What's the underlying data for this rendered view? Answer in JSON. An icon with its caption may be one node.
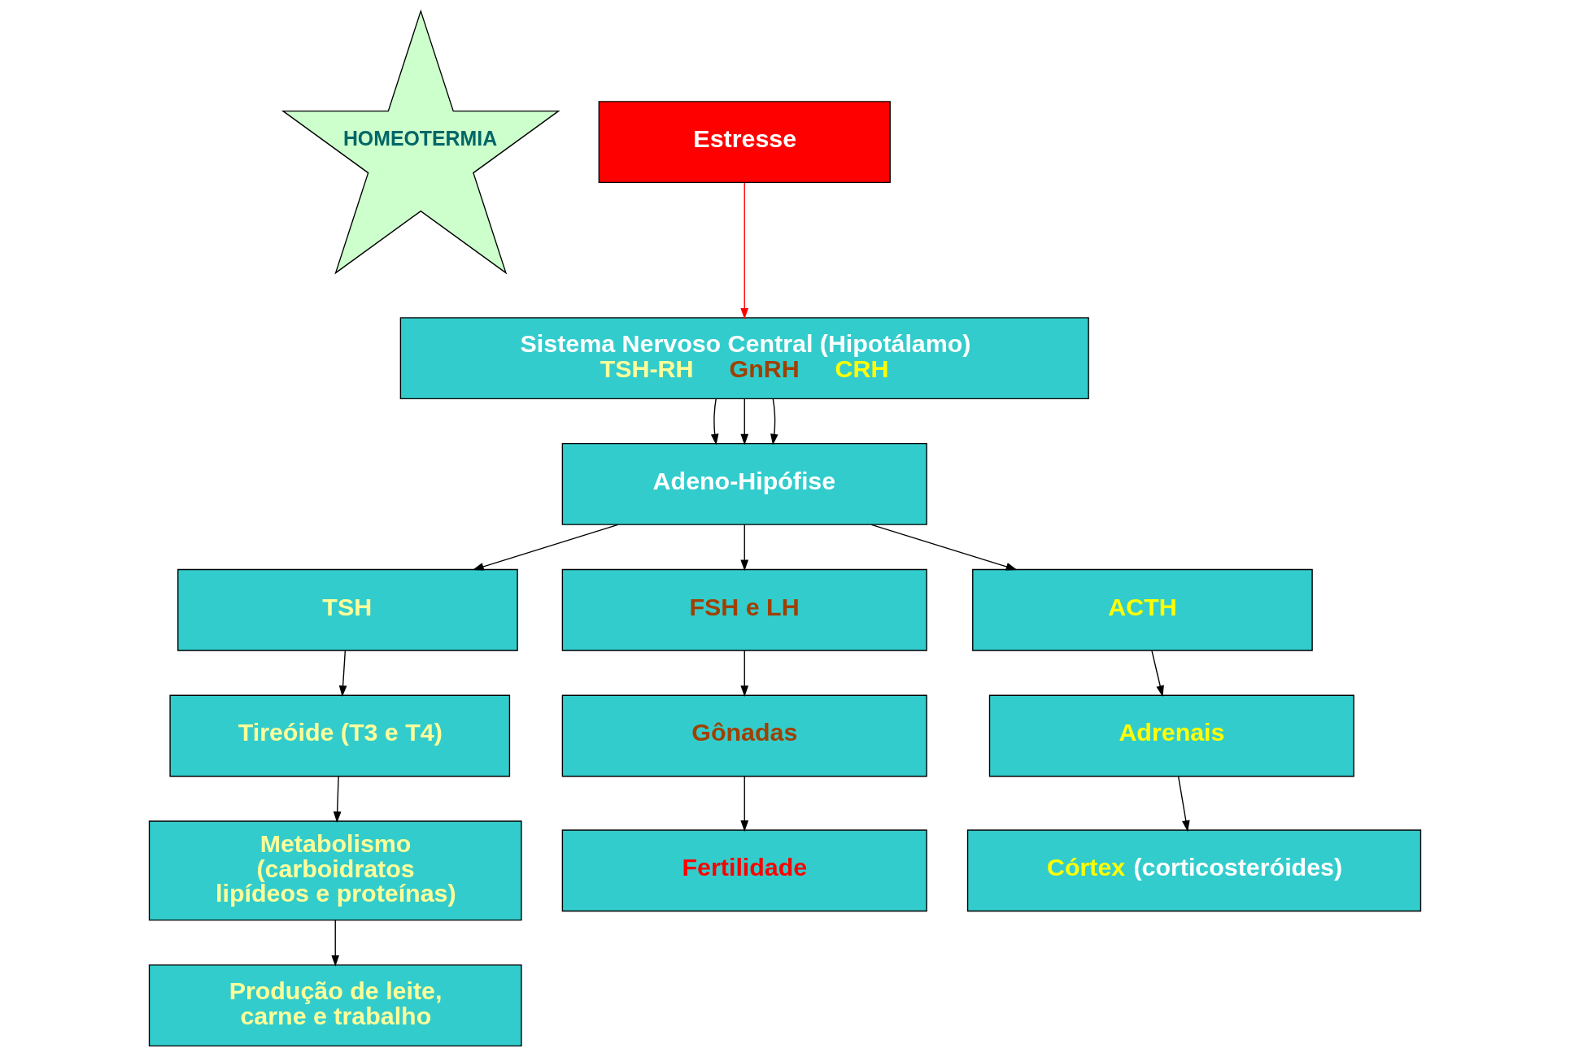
{
  "diagram": {
    "nodes": [
      {
        "text": [
          "HOMEOTERMIA"
        ]
      },
      {
        "text": [
          "Estresse"
        ]
      },
      {
        "text": [
          "Sistema Nervoso Central (Hipotálamo)",
          "TSH-RH",
          "GnRH",
          "CRH"
        ]
      },
      {
        "text": [
          "Adeno-Hipófise"
        ]
      },
      {
        "text": [
          "TSH"
        ]
      },
      {
        "text": [
          "Tireóide (T3 e T4)"
        ]
      },
      {
        "text": [
          "Metabolismo (carboidratos lipídeos e proteínas)"
        ]
      },
      {
        "text": [
          "Produção de leite, carne e trabalho"
        ]
      },
      {
        "text": [
          "FSH e LH"
        ]
      },
      {
        "text": [
          "Gônadas"
        ]
      },
      {
        "text": [
          "Fertilidade"
        ]
      },
      {
        "text": [
          "ACTH"
        ]
      },
      {
        "text": [
          "Adrenais"
        ]
      },
      {
        "text": [
          "Córtex",
          "(corticosteróides)"
        ]
      }
    ],
    "edges": [
      {
        "from": 1,
        "to": 2,
        "arrow": "to",
        "color": "#ff0000"
      },
      {
        "from": 2,
        "to": 3,
        "arrow": "to"
      },
      {
        "from": 2,
        "to": 3,
        "arrow": "to"
      },
      {
        "from": 2,
        "to": 3,
        "arrow": "to"
      },
      {
        "from": 3,
        "to": 4,
        "arrow": "to"
      },
      {
        "from": 3,
        "to": 8,
        "arrow": "to"
      },
      {
        "from": 3,
        "to": 11,
        "arrow": "to"
      },
      {
        "from": 4,
        "to": 5,
        "arrow": "to"
      },
      {
        "from": 5,
        "to": 6,
        "arrow": "to"
      },
      {
        "from": 6,
        "to": 7,
        "arrow": "to"
      },
      {
        "from": 8,
        "to": 9,
        "arrow": "to"
      },
      {
        "from": 9,
        "to": 10,
        "arrow": "to"
      },
      {
        "from": 11,
        "to": 12,
        "arrow": "to"
      },
      {
        "from": 12,
        "to": 13,
        "arrow": "to"
      }
    ]
  }
}
